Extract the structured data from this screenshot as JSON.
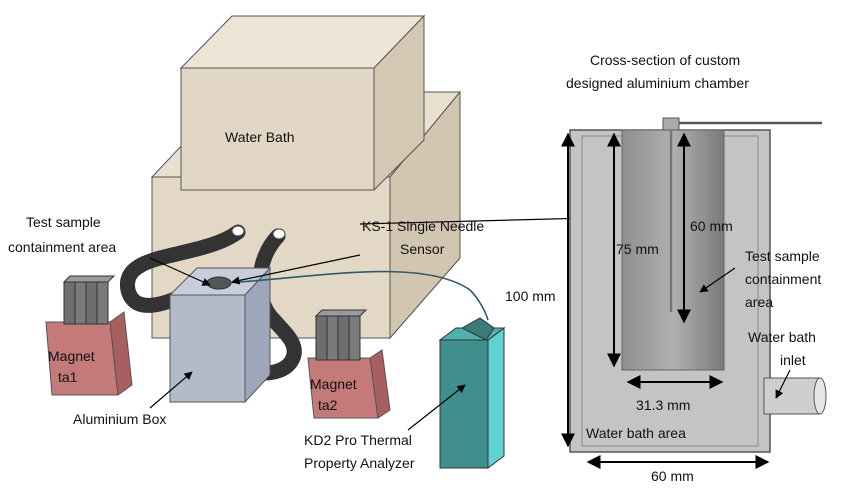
{
  "colors": {
    "block": "#e6dccb",
    "block_dark": "#cfc3ae",
    "block_mid": "#ddd2bf",
    "aluminium": "#b4bccb",
    "magnet_base": "#c47a78",
    "magnet_top": "#707070",
    "analyzer": "#3f8f8c",
    "analyzer_side": "#5fd1d3",
    "chamber_fill": "#c6c6c6",
    "chamber_inner": "#9a9a9a",
    "hose": "#3a3a3a",
    "arrow": "#000000"
  },
  "left_view": {
    "water_bath": "Water Bath",
    "test_sample_line1": "Test sample",
    "test_sample_line2": "containment area",
    "sensor_line1": "KS-1 Single Needle",
    "sensor_line2": "Sensor",
    "magnet1_line1": "Magnet",
    "magnet1_line2": "ta1",
    "magnet2_line1": "Magnet",
    "magnet2_line2": "ta2",
    "aluminium_box": "Aluminium Box",
    "analyzer_line1": "KD2 Pro Thermal",
    "analyzer_line2": "Property Analyzer"
  },
  "cross_section": {
    "title_line1": "Cross-section of custom",
    "title_line2": "designed aluminium chamber",
    "dim_60_inner": "60 mm",
    "dim_75": "75 mm",
    "dim_100": "100 mm",
    "dim_31_3": "31.3 mm",
    "dim_60_bottom": "60 mm",
    "test_sample_line1": "Test sample",
    "test_sample_line2": "containment",
    "test_sample_line3": "area",
    "inlet_line1": "Water bath",
    "inlet_line2": "inlet",
    "water_bath_area": "Water bath area"
  }
}
